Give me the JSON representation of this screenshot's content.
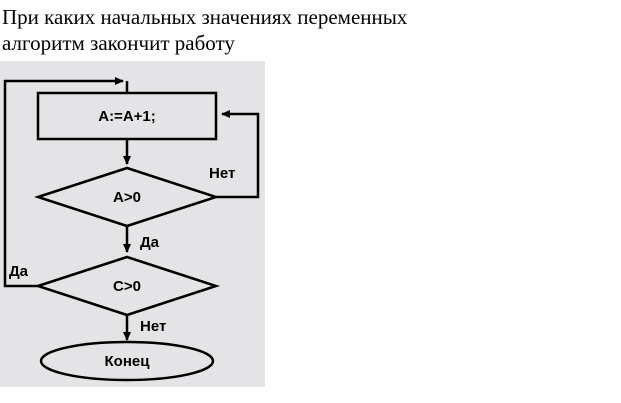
{
  "question": {
    "line1": "При каких начальных значениях переменных",
    "line2": "алгоритм закончит работу"
  },
  "flowchart": {
    "process_label": "A:=A+1;",
    "decision1_label": "A>0",
    "decision2_label": "C>0",
    "terminal_label": "Конец",
    "no_label_1": "Нет",
    "yes_label_1": "Да",
    "yes_label_2": "Да",
    "no_label_2": "Нет"
  },
  "colors": {
    "panel_bg": "#e4e3e6",
    "stroke": "#000000"
  }
}
